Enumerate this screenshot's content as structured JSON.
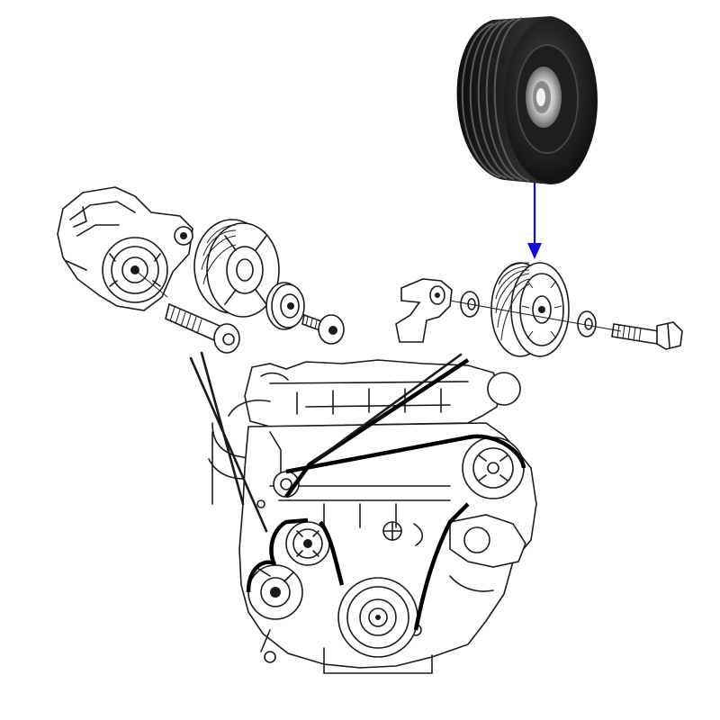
{
  "diagram": {
    "subject": "accessory-drive-belt-idler-pulley-exploded-view",
    "colors": {
      "background": "#ffffff",
      "line": "#1a1a1a",
      "pulley_dark": "#1c1c1c",
      "pulley_mid": "#3a3a3a",
      "bearing": "#b8b8b8",
      "arrow": "#1010d0"
    },
    "callout": {
      "from": "photo-idler-pulley",
      "to": "exploded-idler-pulley",
      "direction": "down"
    },
    "components": [
      "photo-idler-pulley",
      "belt-tensioner-assembly",
      "tensioner-pulley",
      "tensioner-pulley-dust-cap",
      "tensioner-pulley-bolt",
      "tensioner-mount-bolt",
      "idler-bracket",
      "inner-washer",
      "exploded-idler-pulley",
      "outer-washer",
      "idler-pulley-bolt",
      "engine-block",
      "serpentine-belt",
      "crankshaft-pulley"
    ]
  }
}
